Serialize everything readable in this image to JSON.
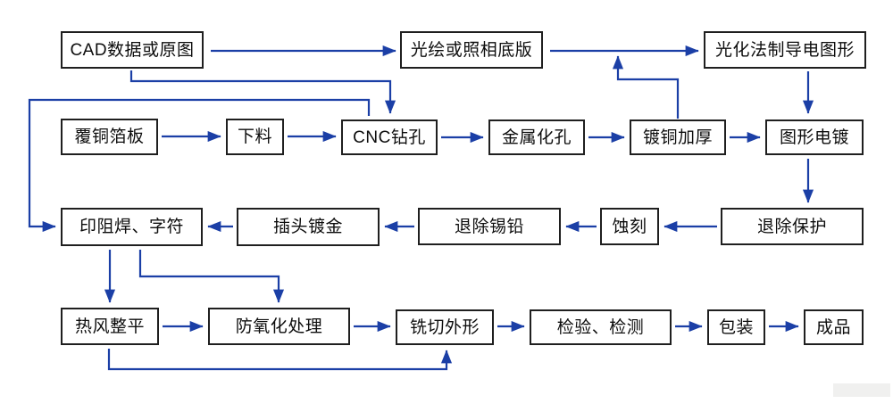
{
  "diagram_type": "pcb-process-flowchart",
  "colors": {
    "arrow": "#1b3fa6",
    "box_border": "#1f1f1f",
    "text": "#0d0d0d",
    "background": "#ffffff",
    "watermark_patch": "#f0f0ef"
  },
  "nodes": {
    "cad": {
      "label": "CAD数据或原图"
    },
    "film": {
      "label": "光绘或照相底版"
    },
    "photochemical": {
      "label": "光化法制导电图形"
    },
    "ccl": {
      "label": "覆铜箔板"
    },
    "cutting": {
      "label": "下料"
    },
    "cnc": {
      "label": "CNC钻孔"
    },
    "metallization": {
      "label": "金属化孔"
    },
    "copper": {
      "label": "镀铜加厚"
    },
    "pattern": {
      "label": "图形电镀"
    },
    "solder": {
      "label": "印阻焊、字符"
    },
    "gold": {
      "label": "插头镀金"
    },
    "tin": {
      "label": "退除锡铅"
    },
    "etching": {
      "label": "蚀刻"
    },
    "resist": {
      "label": "退除保护"
    },
    "hal": {
      "label": "热风整平"
    },
    "antiox": {
      "label": "防氧化处理"
    },
    "routing": {
      "label": "铣切外形"
    },
    "inspection": {
      "label": "检验、检测"
    },
    "packaging": {
      "label": "包装"
    },
    "finished": {
      "label": "成品"
    }
  },
  "edges": [
    {
      "from": "cad",
      "to": "film"
    },
    {
      "from": "film",
      "to": "photochemical"
    },
    {
      "from": "photochemical",
      "to": "pattern"
    },
    {
      "from": "cad",
      "to": "cnc"
    },
    {
      "from": "ccl",
      "to": "cutting"
    },
    {
      "from": "cutting",
      "to": "cnc"
    },
    {
      "from": "cnc",
      "to": "metallization"
    },
    {
      "from": "metallization",
      "to": "copper"
    },
    {
      "from": "copper",
      "to": "pattern"
    },
    {
      "from": "copper",
      "to": "photochemical"
    },
    {
      "from": "pattern",
      "to": "resist"
    },
    {
      "from": "resist",
      "to": "etching"
    },
    {
      "from": "etching",
      "to": "tin"
    },
    {
      "from": "tin",
      "to": "gold"
    },
    {
      "from": "gold",
      "to": "solder"
    },
    {
      "from": "cnc",
      "to": "solder"
    },
    {
      "from": "solder",
      "to": "hal"
    },
    {
      "from": "solder",
      "to": "antiox"
    },
    {
      "from": "hal",
      "to": "antiox"
    },
    {
      "from": "antiox",
      "to": "routing"
    },
    {
      "from": "hal",
      "to": "routing"
    },
    {
      "from": "routing",
      "to": "inspection"
    },
    {
      "from": "inspection",
      "to": "packaging"
    },
    {
      "from": "packaging",
      "to": "finished"
    }
  ]
}
